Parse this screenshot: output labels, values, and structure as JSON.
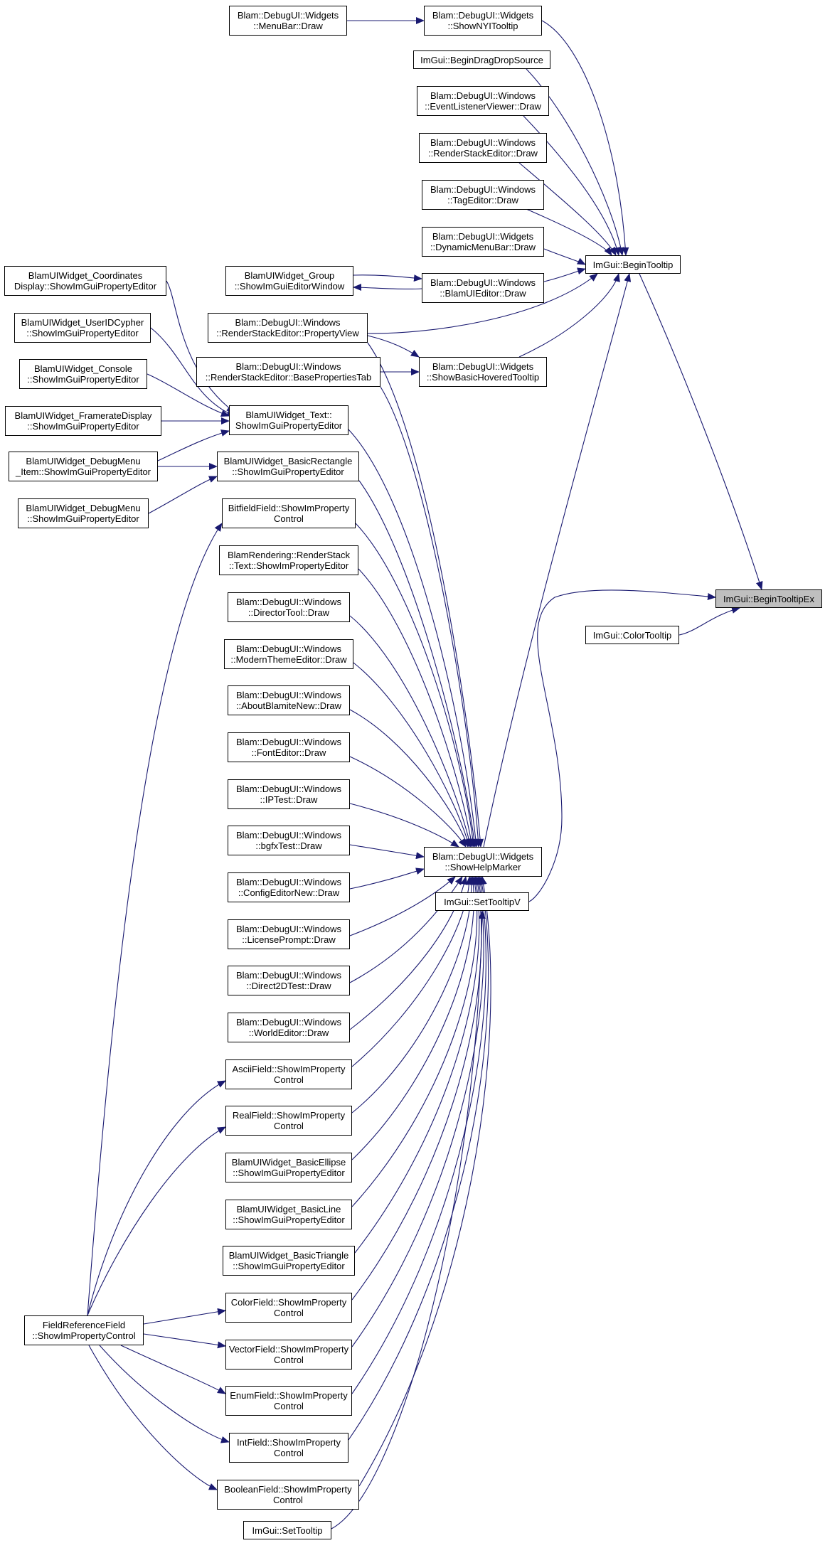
{
  "colors": {
    "edge": "#191970",
    "node_border": "#000000",
    "node_bg": "#ffffff",
    "highlight_bg": "#bfbfbf"
  },
  "nodes": [
    {
      "id": "beginTooltipEx",
      "lines": [
        "ImGui::BeginTooltipEx"
      ],
      "highlight": true
    },
    {
      "id": "beginTooltip",
      "lines": [
        "ImGui::BeginTooltip"
      ]
    },
    {
      "id": "colorTooltip",
      "lines": [
        "ImGui::ColorTooltip"
      ]
    },
    {
      "id": "setTooltipV",
      "lines": [
        "ImGui::SetTooltipV"
      ]
    },
    {
      "id": "setTooltip",
      "lines": [
        "ImGui::SetTooltip"
      ]
    },
    {
      "id": "showHelpMarker",
      "lines": [
        "Blam::DebugUI::Widgets",
        "::ShowHelpMarker"
      ]
    },
    {
      "id": "showNYITooltip",
      "lines": [
        "Blam::DebugUI::Widgets",
        "::ShowNYITooltip"
      ]
    },
    {
      "id": "menuBarDraw",
      "lines": [
        "Blam::DebugUI::Widgets",
        "::MenuBar::Draw"
      ]
    },
    {
      "id": "beginDragDropSource",
      "lines": [
        "ImGui::BeginDragDropSource"
      ]
    },
    {
      "id": "eventListenerViewer",
      "lines": [
        "Blam::DebugUI::Windows",
        "::EventListenerViewer::Draw"
      ]
    },
    {
      "id": "renderStackEditorDraw",
      "lines": [
        "Blam::DebugUI::Windows",
        "::RenderStackEditor::Draw"
      ]
    },
    {
      "id": "tagEditorDraw",
      "lines": [
        "Blam::DebugUI::Windows",
        "::TagEditor::Draw"
      ]
    },
    {
      "id": "dynamicMenuBarDraw",
      "lines": [
        "Blam::DebugUI::Widgets",
        "::DynamicMenuBar::Draw"
      ]
    },
    {
      "id": "blamUIEditorDraw",
      "lines": [
        "Blam::DebugUI::Windows",
        "::BlamUIEditor::Draw"
      ]
    },
    {
      "id": "uiWidgetGroup",
      "lines": [
        "BlamUIWidget_Group",
        "::ShowImGuiEditorWindow"
      ]
    },
    {
      "id": "propertyView",
      "lines": [
        "Blam::DebugUI::Windows",
        "::RenderStackEditor::PropertyView"
      ]
    },
    {
      "id": "basePropertiesTab",
      "lines": [
        "Blam::DebugUI::Windows",
        "::RenderStackEditor::BasePropertiesTab"
      ]
    },
    {
      "id": "showBasicHoveredTooltip",
      "lines": [
        "Blam::DebugUI::Widgets",
        "::ShowBasicHoveredTooltip"
      ]
    },
    {
      "id": "coordinatesDisplay",
      "lines": [
        "BlamUIWidget_Coordinates",
        "Display::ShowImGuiPropertyEditor"
      ]
    },
    {
      "id": "userIDCypher",
      "lines": [
        "BlamUIWidget_UserIDCypher",
        "::ShowImGuiPropertyEditor"
      ]
    },
    {
      "id": "consoleWidget",
      "lines": [
        "BlamUIWidget_Console",
        "::ShowImGuiPropertyEditor"
      ]
    },
    {
      "id": "framerateDisplay",
      "lines": [
        "BlamUIWidget_FramerateDisplay",
        "::ShowImGuiPropertyEditor"
      ]
    },
    {
      "id": "debugMenuItem",
      "lines": [
        "BlamUIWidget_DebugMenu",
        "_Item::ShowImGuiPropertyEditor"
      ]
    },
    {
      "id": "debugMenu",
      "lines": [
        "BlamUIWidget_DebugMenu",
        "::ShowImGuiPropertyEditor"
      ]
    },
    {
      "id": "textWidget",
      "lines": [
        "BlamUIWidget_Text::",
        "ShowImGuiPropertyEditor"
      ]
    },
    {
      "id": "basicRectangle",
      "lines": [
        "BlamUIWidget_BasicRectangle",
        "::ShowImGuiPropertyEditor"
      ]
    },
    {
      "id": "bitfieldField",
      "lines": [
        "BitfieldField::ShowImProperty",
        "Control"
      ]
    },
    {
      "id": "renderStackText",
      "lines": [
        "BlamRendering::RenderStack",
        "::Text::ShowImPropertyEditor"
      ]
    },
    {
      "id": "directorTool",
      "lines": [
        "Blam::DebugUI::Windows",
        "::DirectorTool::Draw"
      ]
    },
    {
      "id": "modernThemeEditor",
      "lines": [
        "Blam::DebugUI::Windows",
        "::ModernThemeEditor::Draw"
      ]
    },
    {
      "id": "aboutBlamiteNew",
      "lines": [
        "Blam::DebugUI::Windows",
        "::AboutBlamiteNew::Draw"
      ]
    },
    {
      "id": "fontEditor",
      "lines": [
        "Blam::DebugUI::Windows",
        "::FontEditor::Draw"
      ]
    },
    {
      "id": "ipTest",
      "lines": [
        "Blam::DebugUI::Windows",
        "::IPTest::Draw"
      ]
    },
    {
      "id": "bgfxTest",
      "lines": [
        "Blam::DebugUI::Windows",
        "::bgfxTest::Draw"
      ]
    },
    {
      "id": "configEditorNew",
      "lines": [
        "Blam::DebugUI::Windows",
        "::ConfigEditorNew::Draw"
      ]
    },
    {
      "id": "licensePrompt",
      "lines": [
        "Blam::DebugUI::Windows",
        "::LicensePrompt::Draw"
      ]
    },
    {
      "id": "direct2DTest",
      "lines": [
        "Blam::DebugUI::Windows",
        "::Direct2DTest::Draw"
      ]
    },
    {
      "id": "worldEditor",
      "lines": [
        "Blam::DebugUI::Windows",
        "::WorldEditor::Draw"
      ]
    },
    {
      "id": "asciiField",
      "lines": [
        "AsciiField::ShowImProperty",
        "Control"
      ]
    },
    {
      "id": "realField",
      "lines": [
        "RealField::ShowImProperty",
        "Control"
      ]
    },
    {
      "id": "basicEllipse",
      "lines": [
        "BlamUIWidget_BasicEllipse",
        "::ShowImGuiPropertyEditor"
      ]
    },
    {
      "id": "basicLine",
      "lines": [
        "BlamUIWidget_BasicLine",
        "::ShowImGuiPropertyEditor"
      ]
    },
    {
      "id": "basicTriangle",
      "lines": [
        "BlamUIWidget_BasicTriangle",
        "::ShowImGuiPropertyEditor"
      ]
    },
    {
      "id": "colorField",
      "lines": [
        "ColorField::ShowImProperty",
        "Control"
      ]
    },
    {
      "id": "vectorField",
      "lines": [
        "VectorField::ShowImProperty",
        "Control"
      ]
    },
    {
      "id": "enumField",
      "lines": [
        "EnumField::ShowImProperty",
        "Control"
      ]
    },
    {
      "id": "intField",
      "lines": [
        "IntField::ShowImProperty",
        "Control"
      ]
    },
    {
      "id": "booleanField",
      "lines": [
        "BooleanField::ShowImProperty",
        "Control"
      ]
    },
    {
      "id": "fieldReferenceField",
      "lines": [
        "FieldReferenceField",
        "::ShowImPropertyControl"
      ]
    }
  ]
}
